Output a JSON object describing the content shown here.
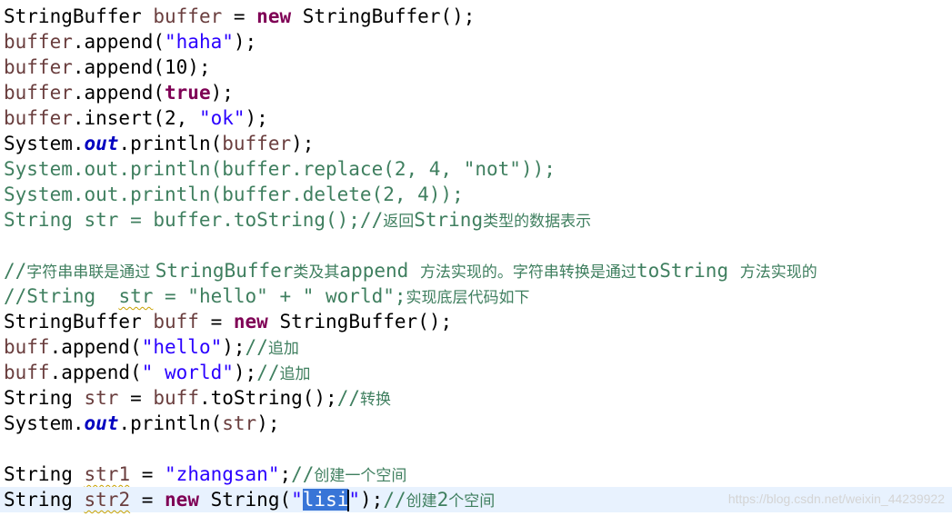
{
  "editor": {
    "lines": [
      {
        "tokens": [
          [
            "StringBuffer ",
            "plain"
          ],
          [
            "buffer",
            "var"
          ],
          [
            " = ",
            "plain"
          ],
          [
            "new",
            "kw"
          ],
          [
            " StringBuffer();",
            "plain"
          ]
        ]
      },
      {
        "tokens": [
          [
            "buffer",
            "var"
          ],
          [
            ".append(",
            "plain"
          ],
          [
            "\"haha\"",
            "str"
          ],
          [
            ");",
            "plain"
          ]
        ]
      },
      {
        "tokens": [
          [
            "buffer",
            "var"
          ],
          [
            ".append(10);",
            "plain"
          ]
        ]
      },
      {
        "tokens": [
          [
            "buffer",
            "var"
          ],
          [
            ".append(",
            "plain"
          ],
          [
            "true",
            "kw"
          ],
          [
            ");",
            "plain"
          ]
        ]
      },
      {
        "tokens": [
          [
            "buffer",
            "var"
          ],
          [
            ".insert(2, ",
            "plain"
          ],
          [
            "\"ok\"",
            "str"
          ],
          [
            ");",
            "plain"
          ]
        ]
      },
      {
        "tokens": [
          [
            "System.",
            "plain"
          ],
          [
            "out",
            "field"
          ],
          [
            ".println(",
            "plain"
          ],
          [
            "buffer",
            "var"
          ],
          [
            ");",
            "plain"
          ]
        ]
      },
      {
        "tokens": [
          [
            "System.out.println(buffer.replace(2, 4, \"not\"));",
            "comment"
          ]
        ]
      },
      {
        "tokens": [
          [
            "System.out.println(buffer.delete(2, 4));",
            "comment"
          ]
        ]
      },
      {
        "tokens": [
          [
            "String str = buffer.toString();//",
            "comment"
          ],
          [
            "返回",
            "comment-cjk"
          ],
          [
            "String",
            "comment"
          ],
          [
            "类型的数据表示",
            "comment-cjk"
          ]
        ]
      },
      {
        "tokens": []
      },
      {
        "tokens": [
          [
            "//",
            "comment"
          ],
          [
            "字符串串联是通过 ",
            "comment-cjk"
          ],
          [
            "StringBuffer",
            "comment"
          ],
          [
            "类及其",
            "comment-cjk"
          ],
          [
            "append ",
            "comment"
          ],
          [
            "方法实现的。字符串转换是通过",
            "comment-cjk"
          ],
          [
            "toString ",
            "comment"
          ],
          [
            "方法实现的",
            "comment-cjk"
          ]
        ]
      },
      {
        "tokens": [
          [
            "//String  ",
            "comment"
          ],
          [
            "str",
            "comment-warn"
          ],
          [
            " = \"hello\" + \" world\";",
            "comment"
          ],
          [
            "实现底层代码如下",
            "comment-cjk"
          ]
        ]
      },
      {
        "tokens": [
          [
            "StringBuffer ",
            "plain"
          ],
          [
            "buff",
            "var"
          ],
          [
            " = ",
            "plain"
          ],
          [
            "new",
            "kw"
          ],
          [
            " StringBuffer();",
            "plain"
          ]
        ]
      },
      {
        "tokens": [
          [
            "buff",
            "var"
          ],
          [
            ".append(",
            "plain"
          ],
          [
            "\"hello\"",
            "str"
          ],
          [
            ");",
            "plain"
          ],
          [
            "//",
            "comment"
          ],
          [
            "追加",
            "comment-cjk"
          ]
        ]
      },
      {
        "tokens": [
          [
            "buff",
            "var"
          ],
          [
            ".append(",
            "plain"
          ],
          [
            "\" world\"",
            "str"
          ],
          [
            ");",
            "plain"
          ],
          [
            "//",
            "comment"
          ],
          [
            "追加",
            "comment-cjk"
          ]
        ]
      },
      {
        "tokens": [
          [
            "String ",
            "plain"
          ],
          [
            "str",
            "var"
          ],
          [
            " = ",
            "plain"
          ],
          [
            "buff",
            "var"
          ],
          [
            ".toString();",
            "plain"
          ],
          [
            "//",
            "comment"
          ],
          [
            "转换",
            "comment-cjk"
          ]
        ]
      },
      {
        "tokens": [
          [
            "System.",
            "plain"
          ],
          [
            "out",
            "field"
          ],
          [
            ".println(",
            "plain"
          ],
          [
            "str",
            "var"
          ],
          [
            ");",
            "plain"
          ]
        ]
      },
      {
        "tokens": []
      },
      {
        "tokens": [
          [
            "String ",
            "plain"
          ],
          [
            "str1",
            "var-warn"
          ],
          [
            " = ",
            "plain"
          ],
          [
            "\"zhangsan\"",
            "str"
          ],
          [
            ";",
            "plain"
          ],
          [
            "//",
            "comment"
          ],
          [
            "创建一个空间",
            "comment-cjk"
          ]
        ]
      },
      {
        "tokens": [
          [
            "String ",
            "plain"
          ],
          [
            "str2",
            "var-warn"
          ],
          [
            " = ",
            "plain"
          ],
          [
            "new",
            "kw"
          ],
          [
            " String(",
            "plain"
          ],
          [
            "\"",
            "str"
          ],
          [
            "lisi",
            "str-sel"
          ],
          [
            "caret",
            "caret"
          ],
          [
            "\"",
            "str"
          ],
          [
            ");",
            "plain"
          ],
          [
            "//",
            "comment"
          ],
          [
            "创建",
            "comment-cjk"
          ],
          [
            "2",
            "comment"
          ],
          [
            "个空间",
            "comment-cjk"
          ]
        ],
        "current": true
      }
    ]
  },
  "watermark": "https://blog.csdn.net/weixin_44239922"
}
